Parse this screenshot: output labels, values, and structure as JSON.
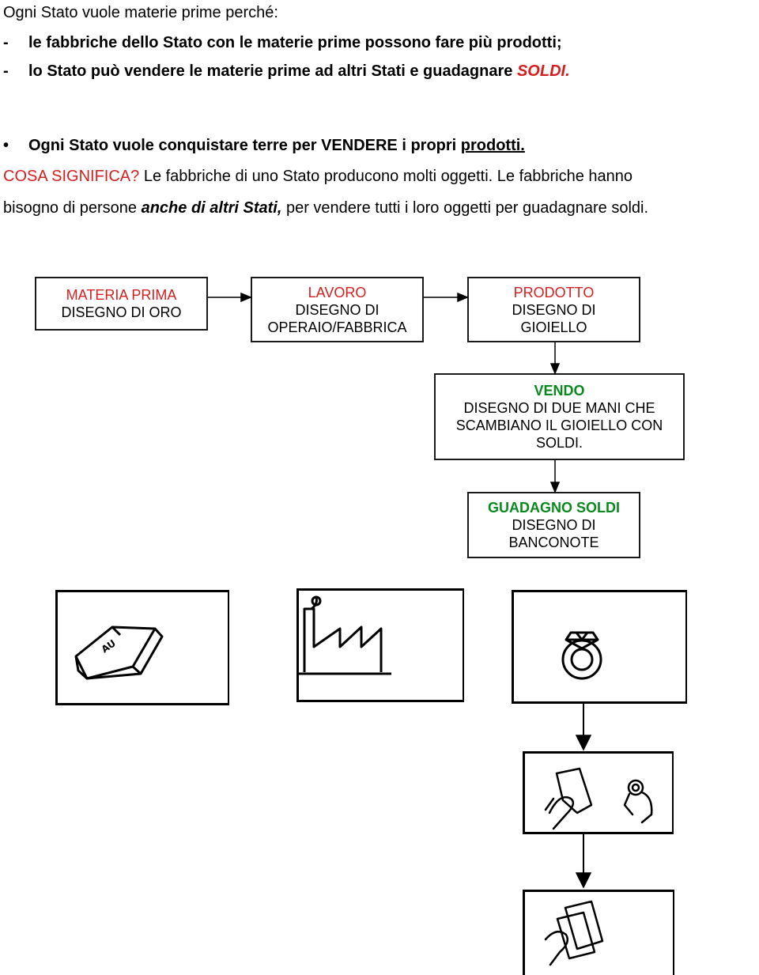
{
  "intro": {
    "line1": "Ogni Stato vuole materie prime perché:",
    "dash1_marker": "-",
    "dash1": "le fabbriche dello Stato con le materie prime possono fare più prodotti;",
    "dash2_marker": "-",
    "dash2_a": "lo Stato può vendere le materie prime ad altri Stati e guadagnare ",
    "dash2_b": "SOLDI."
  },
  "bullet": {
    "marker": "•",
    "text_a": "Ogni Stato vuole conquistare terre per VENDERE i propri ",
    "text_b": "prodotti."
  },
  "explain": {
    "question": "COSA SIGNIFICA?",
    "rest1": " Le fabbriche di uno Stato producono molti oggetti. Le fabbriche hanno",
    "line2_a": "bisogno di persone ",
    "line2_b": "anche di altri Stati,",
    "line2_c": " per vendere tutti i loro oggetti per guadagnare soldi."
  },
  "flow": {
    "box1": {
      "title": "MATERIA PRIMA",
      "desc": "DISEGNO DI ORO"
    },
    "box2": {
      "title": "LAVORO",
      "desc1": "DISEGNO DI",
      "desc2": "OPERAIO/FABBRICA"
    },
    "box3": {
      "title": "PRODOTTO",
      "desc1": "DISEGNO DI",
      "desc2": "GIOIELLO"
    },
    "box4": {
      "title": "VENDO",
      "desc1": "DISEGNO DI DUE MANI CHE",
      "desc2": "SCAMBIANO IL GIOIELLO CON",
      "desc3": "SOLDI."
    },
    "box5": {
      "title": "GUADAGNO SOLDI",
      "desc1": "DISEGNO DI",
      "desc2": "BANCONOTE"
    }
  },
  "drawings": {
    "gold_bar_text": "AU"
  },
  "colors": {
    "title_red": "#d51f1f",
    "title_green": "#0a8a1e",
    "text": "#000000"
  }
}
